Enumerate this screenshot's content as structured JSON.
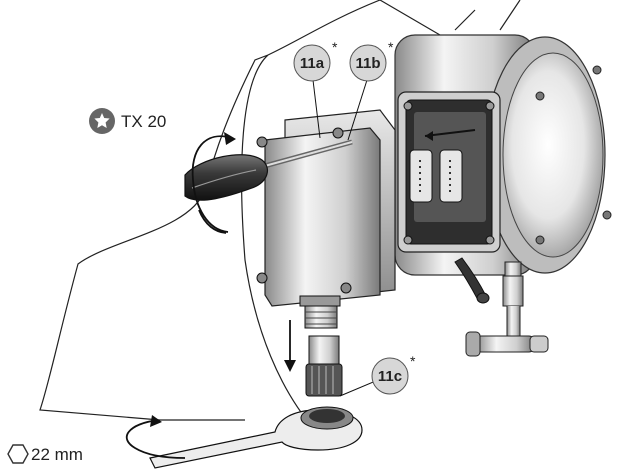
{
  "tool_label": "TX 20",
  "wrench_label": "22 mm",
  "callouts": [
    {
      "id": "11a",
      "marker": "*"
    },
    {
      "id": "11b",
      "marker": "*"
    },
    {
      "id": "11c",
      "marker": "*"
    }
  ]
}
